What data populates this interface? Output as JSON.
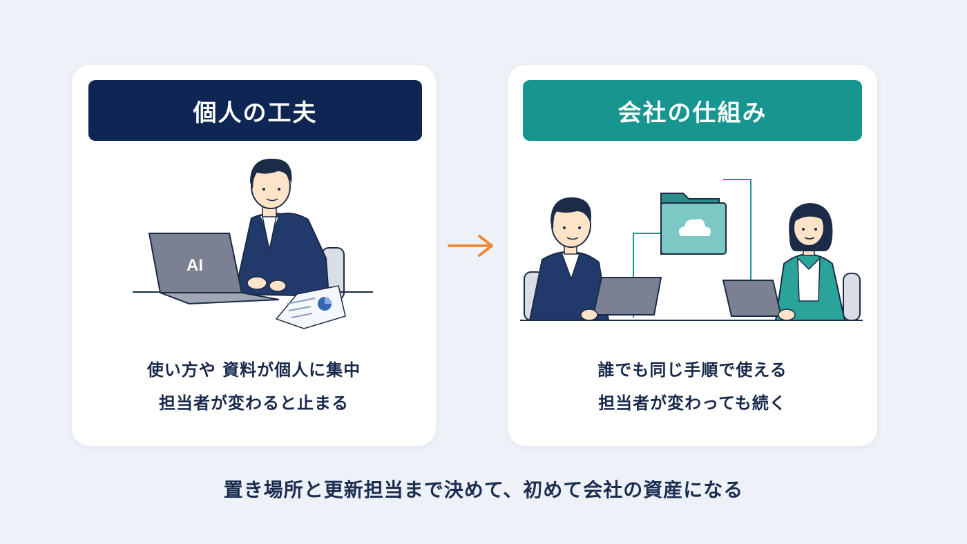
{
  "left_panel": {
    "title": "個人の工夫",
    "laptop_label": "AI",
    "caption_line1": "使い方や 資料が個人に集中",
    "caption_line2": "担当者が変わると止まる"
  },
  "right_panel": {
    "title": "会社の仕組み",
    "caption_line1": "誰でも同じ手順で使える",
    "caption_line2": "担当者が変わっても続く"
  },
  "footer": "置き場所と更新担当まで決めて、初めて会社の資産になる",
  "icons": [
    "arrow-right-icon",
    "folder-cloud-icon",
    "document-chart-icon",
    "laptop-icon"
  ],
  "colors": {
    "navy": "#0f2654",
    "teal": "#17958f",
    "arrow": "#f08a3a",
    "background": "#eef1f7"
  }
}
